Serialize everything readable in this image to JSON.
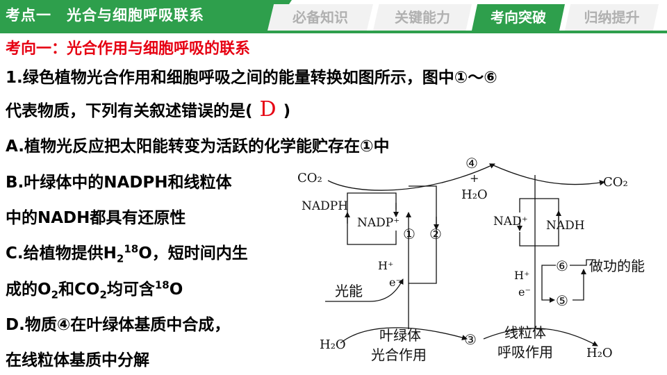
{
  "header": {
    "title": "考点一　光合与细胞呼吸联系",
    "tabs": [
      {
        "label": "必备知识",
        "active": false
      },
      {
        "label": "关键能力",
        "active": false
      },
      {
        "label": "考向突破",
        "active": true
      },
      {
        "label": "归纳提升",
        "active": false
      }
    ]
  },
  "question": {
    "subtitle": "考向一：光合作用与细胞呼吸的联系",
    "stem_line1": "1.绿色植物光合作用和细胞呼吸之间的能量转换如图所示，图中①～⑥",
    "stem_line2_prefix": "代表物质，下列有关叙述错误的是(",
    "answer": "D",
    "stem_line2_suffix": ")",
    "option_a": "A.植物光反应把太阳能转变为活跃的化学能贮存在①中",
    "option_b_line1": "B.叶绿体中的NADPH和线粒体",
    "option_b_line2": "中的NADH都具有还原性",
    "option_c_line1_prefix": "C.给植物提供H",
    "option_c_sub": "2",
    "option_c_sup": "18",
    "option_c_line1_suffix": "O，短时间内生",
    "option_c_line2_prefix": "成的O",
    "option_c_line2_sub1": "2",
    "option_c_line2_mid": "和CO",
    "option_c_line2_sub2": "2",
    "option_c_line2_mid2": "均可含",
    "option_c_line2_sup": "18",
    "option_c_line2_suffix": "O",
    "option_d_line1": "D.物质④在叶绿体基质中合成，",
    "option_d_line2": "在线粒体基质中分解"
  },
  "diagram": {
    "co2_left": "CO₂",
    "co2_right": "CO₂",
    "nadph": "NADPH",
    "nadp_plus": "NADP⁺",
    "nad_plus": "NAD⁺",
    "nadh": "NADH",
    "circle1": "①",
    "circle2": "②",
    "circle3": "③",
    "circle4": "④",
    "plus": "+",
    "h2o_top": "H₂O",
    "circle5": "⑤",
    "circle6": "⑥",
    "work_energy": "做功的能",
    "light_energy": "光能",
    "h_plus_left": "H⁺",
    "e_minus_left": "e⁻",
    "h_plus_right": "H⁺",
    "e_minus_right": "e⁻",
    "h2o_left": "H₂O",
    "h2o_right": "H₂O",
    "chloroplast_line1": "叶绿体",
    "chloroplast_line2": "光合作用",
    "mito_line1": "线粒体",
    "mito_line2": "呼吸作用"
  }
}
